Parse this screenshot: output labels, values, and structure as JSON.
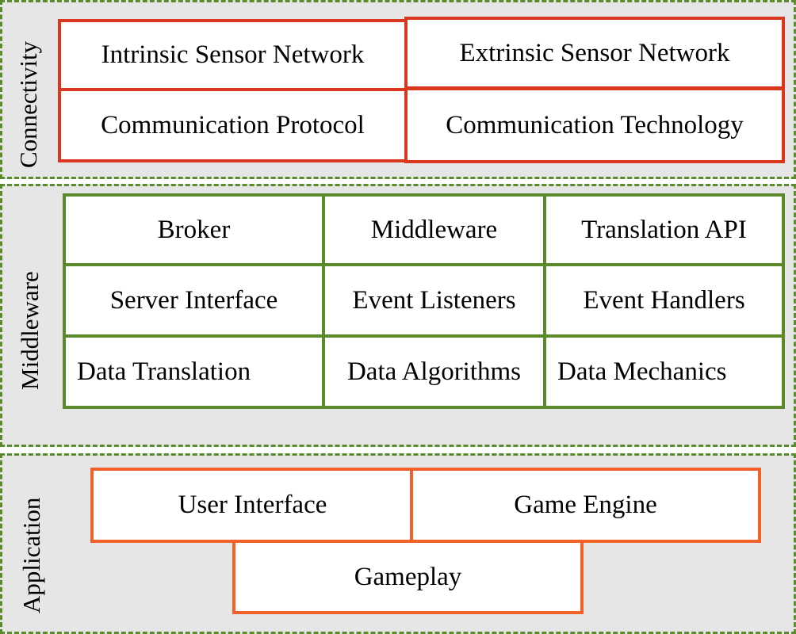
{
  "connectivity": {
    "label": "Connectivity",
    "boxes": [
      "Intrinsic Sensor Network",
      "Extrinsic Sensor Network",
      "Communication Protocol",
      "Communication Technology"
    ]
  },
  "middleware": {
    "label": "Middleware",
    "boxes": [
      "Broker",
      "Middleware",
      "Translation API",
      "Server Interface",
      "Event Listeners",
      "Event Handlers",
      "Data Translation",
      "Data Algorithms",
      "Data Mechanics"
    ]
  },
  "application": {
    "label": "Application",
    "boxes": [
      "User Interface",
      "Game Engine",
      "Gameplay"
    ]
  },
  "colors": {
    "connectivity_border": "#d9381e",
    "middleware_border": "#5a8a2a",
    "application_border": "#f0622a",
    "layer_dash": "#5a8a2a",
    "layer_fill": "#e6e6e6"
  }
}
